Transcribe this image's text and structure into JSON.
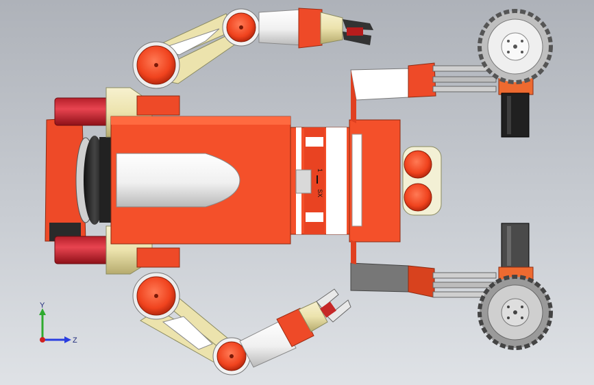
{
  "scene": {
    "part_label_top": "1",
    "part_label_bottom": "SX"
  },
  "triad": {
    "y_label": "Y",
    "z_label": "Z"
  },
  "colors": {
    "body_red": "#f4502a",
    "dark_red": "#c8301a",
    "white_part": "#f2f2f2",
    "cream_part": "#ece3ad",
    "grey_part": "#7a7a7a",
    "black_part": "#222222",
    "y_axis": "#2faa2f",
    "z_axis": "#2a3ee0",
    "x_axis": "#d02020"
  }
}
